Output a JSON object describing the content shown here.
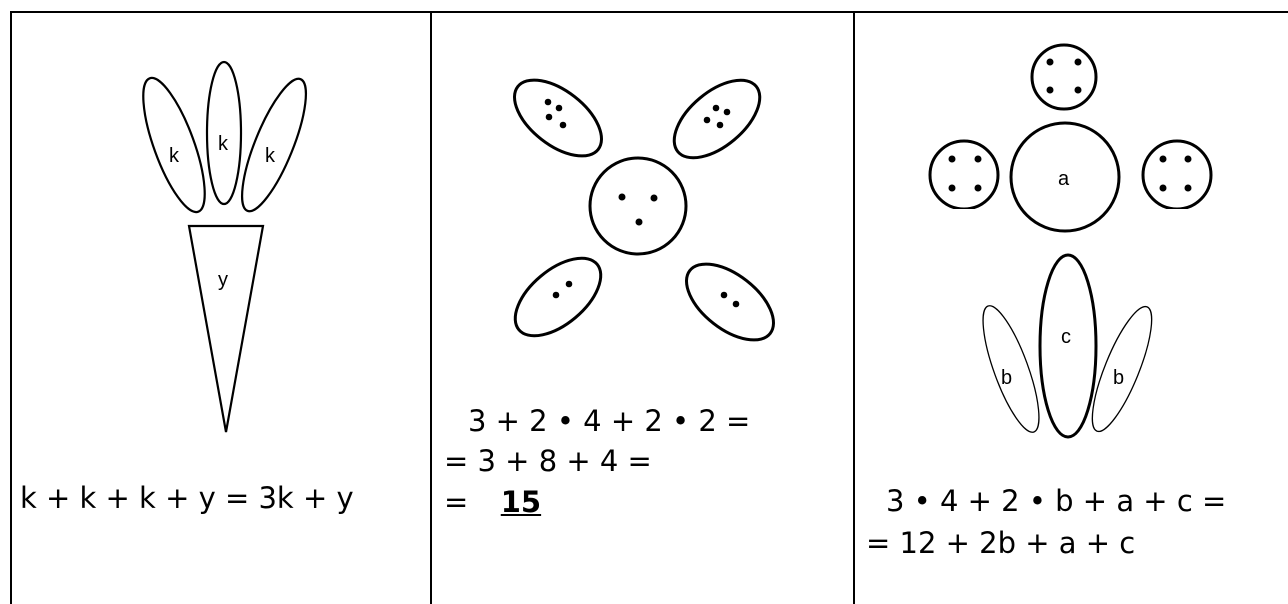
{
  "panel_1": {
    "petal_labels": [
      "k",
      "k",
      "k"
    ],
    "vase_label": "y",
    "equation": "k + k + k + y = 3k + y"
  },
  "panel_2": {
    "equation_lines": [
      "3 + 2 • 4 + 2 • 2 =",
      "= 3 + 8 + 4 =",
      "="
    ],
    "result": "15"
  },
  "panel_3": {
    "center_label": "a",
    "stem_label": "c",
    "leaf_labels": [
      "b",
      "b"
    ],
    "equation_lines": [
      "3 • 4 + 2 • b + a + c =",
      "= 12 + 2b + a + c"
    ]
  }
}
